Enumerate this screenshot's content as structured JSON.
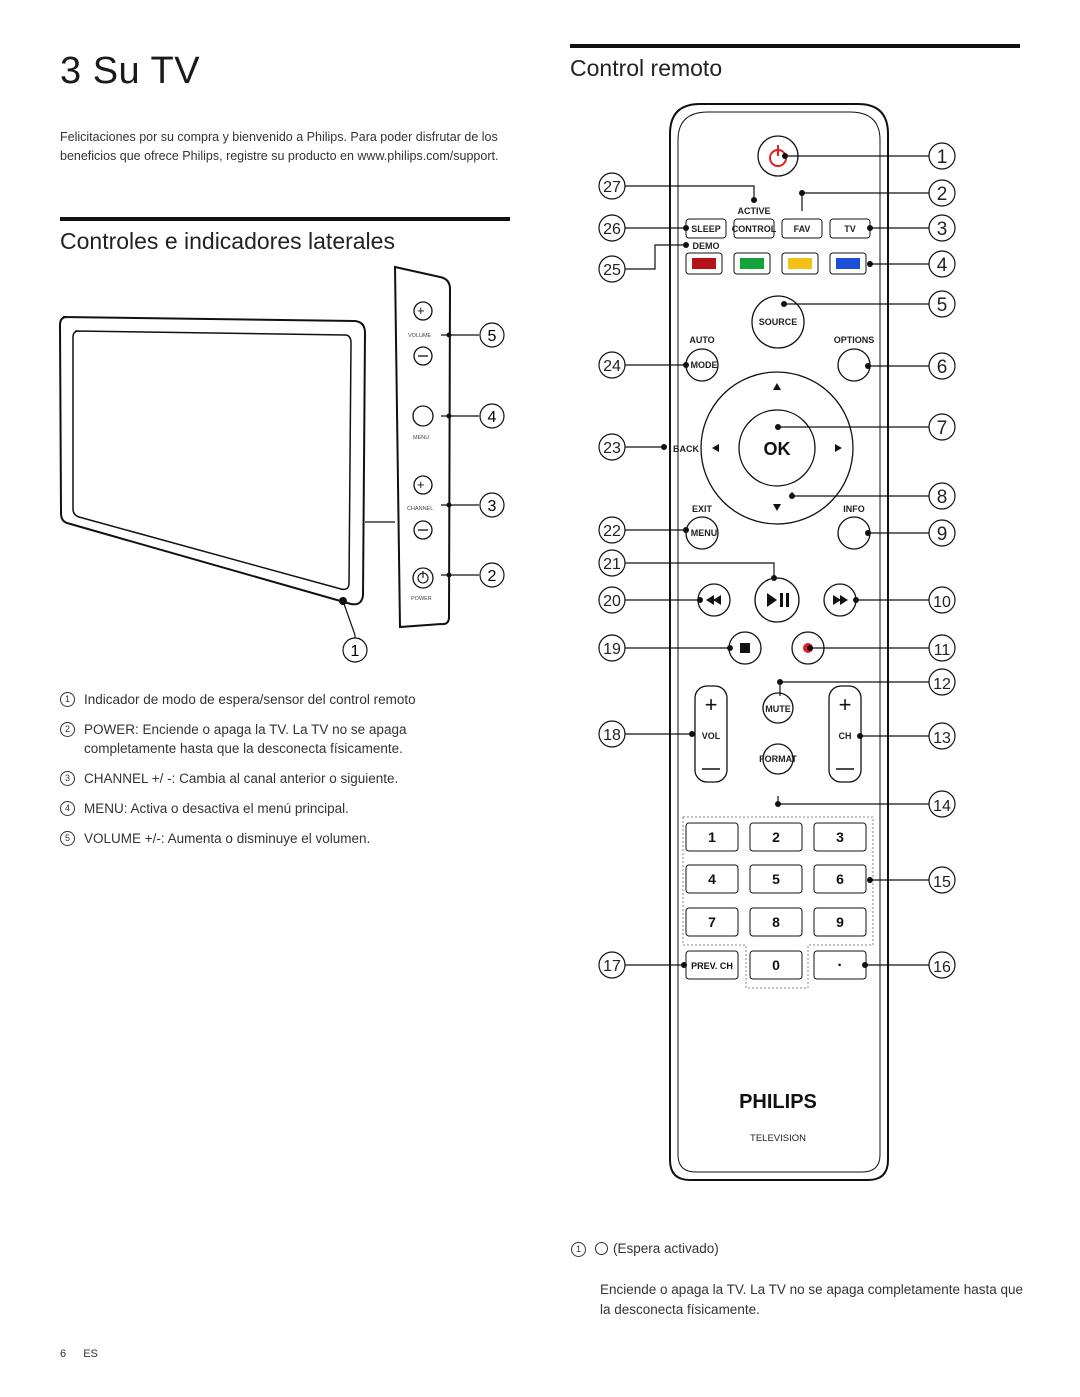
{
  "page": {
    "title": "3  Su TV",
    "intro": "Felicitaciones por su compra y bienvenido a Philips. Para poder disfrutar de los beneficios que ofrece Philips, registre su producto en www.philips.com/support.",
    "footer_page": "6",
    "footer_lang": "ES"
  },
  "side_controls": {
    "heading": "Controles e indicadores laterales",
    "labels": {
      "volume": "VOLUME",
      "menu": "MENU",
      "channel": "CHANNEL",
      "power": "POWER"
    },
    "callouts": [
      "5",
      "4",
      "3",
      "2",
      "1"
    ],
    "items": [
      {
        "n": "1",
        "text": "Indicador de modo de espera/sensor del control remoto"
      },
      {
        "n": "2",
        "text": "POWER: Enciende o apaga la TV. La TV no se apaga completamente hasta que la desconecta físicamente."
      },
      {
        "n": "3",
        "text": "CHANNEL +/ -: Cambia al canal anterior o siguiente."
      },
      {
        "n": "4",
        "text": "MENU: Activa o desactiva el menú principal."
      },
      {
        "n": "5",
        "text": "VOLUME +/-: Aumenta o disminuye el volumen."
      }
    ]
  },
  "remote": {
    "heading": "Control remoto",
    "labels": {
      "active": "ACTIVE",
      "sleep": "SLEEP",
      "control": "CONTROL",
      "fav": "FAV",
      "tv": "TV",
      "demo": "DEMO",
      "source": "SOURCE",
      "auto": "AUTO",
      "mode": "MODE",
      "options": "OPTIONS",
      "back": "BACK",
      "ok": "OK",
      "exit": "EXIT",
      "menu": "MENU",
      "info": "INFO",
      "mute": "MUTE",
      "vol": "VOL",
      "ch": "CH",
      "format": "FORMAT",
      "prev_ch": "PREV. CH",
      "dot": "·",
      "brand": "PHILIPS",
      "subbrand": "TELEVISION"
    },
    "digits": [
      "1",
      "2",
      "3",
      "4",
      "5",
      "6",
      "7",
      "8",
      "9",
      "0"
    ],
    "color_keys": [
      "#b4121b",
      "#13a33a",
      "#f2c018",
      "#1b4fd6"
    ],
    "callouts_right": [
      "1",
      "2",
      "3",
      "4",
      "5",
      "6",
      "7",
      "8",
      "9",
      "10",
      "11",
      "12",
      "13",
      "14",
      "15",
      "16"
    ],
    "callouts_left": [
      "27",
      "26",
      "25",
      "24",
      "23",
      "22",
      "21",
      "20",
      "19",
      "18",
      "17"
    ],
    "standby_num": "1",
    "standby_title": "(Espera activado)",
    "standby_desc": "Enciende o apaga la TV. La TV no se apaga completamente hasta que la desconecta físicamente."
  }
}
